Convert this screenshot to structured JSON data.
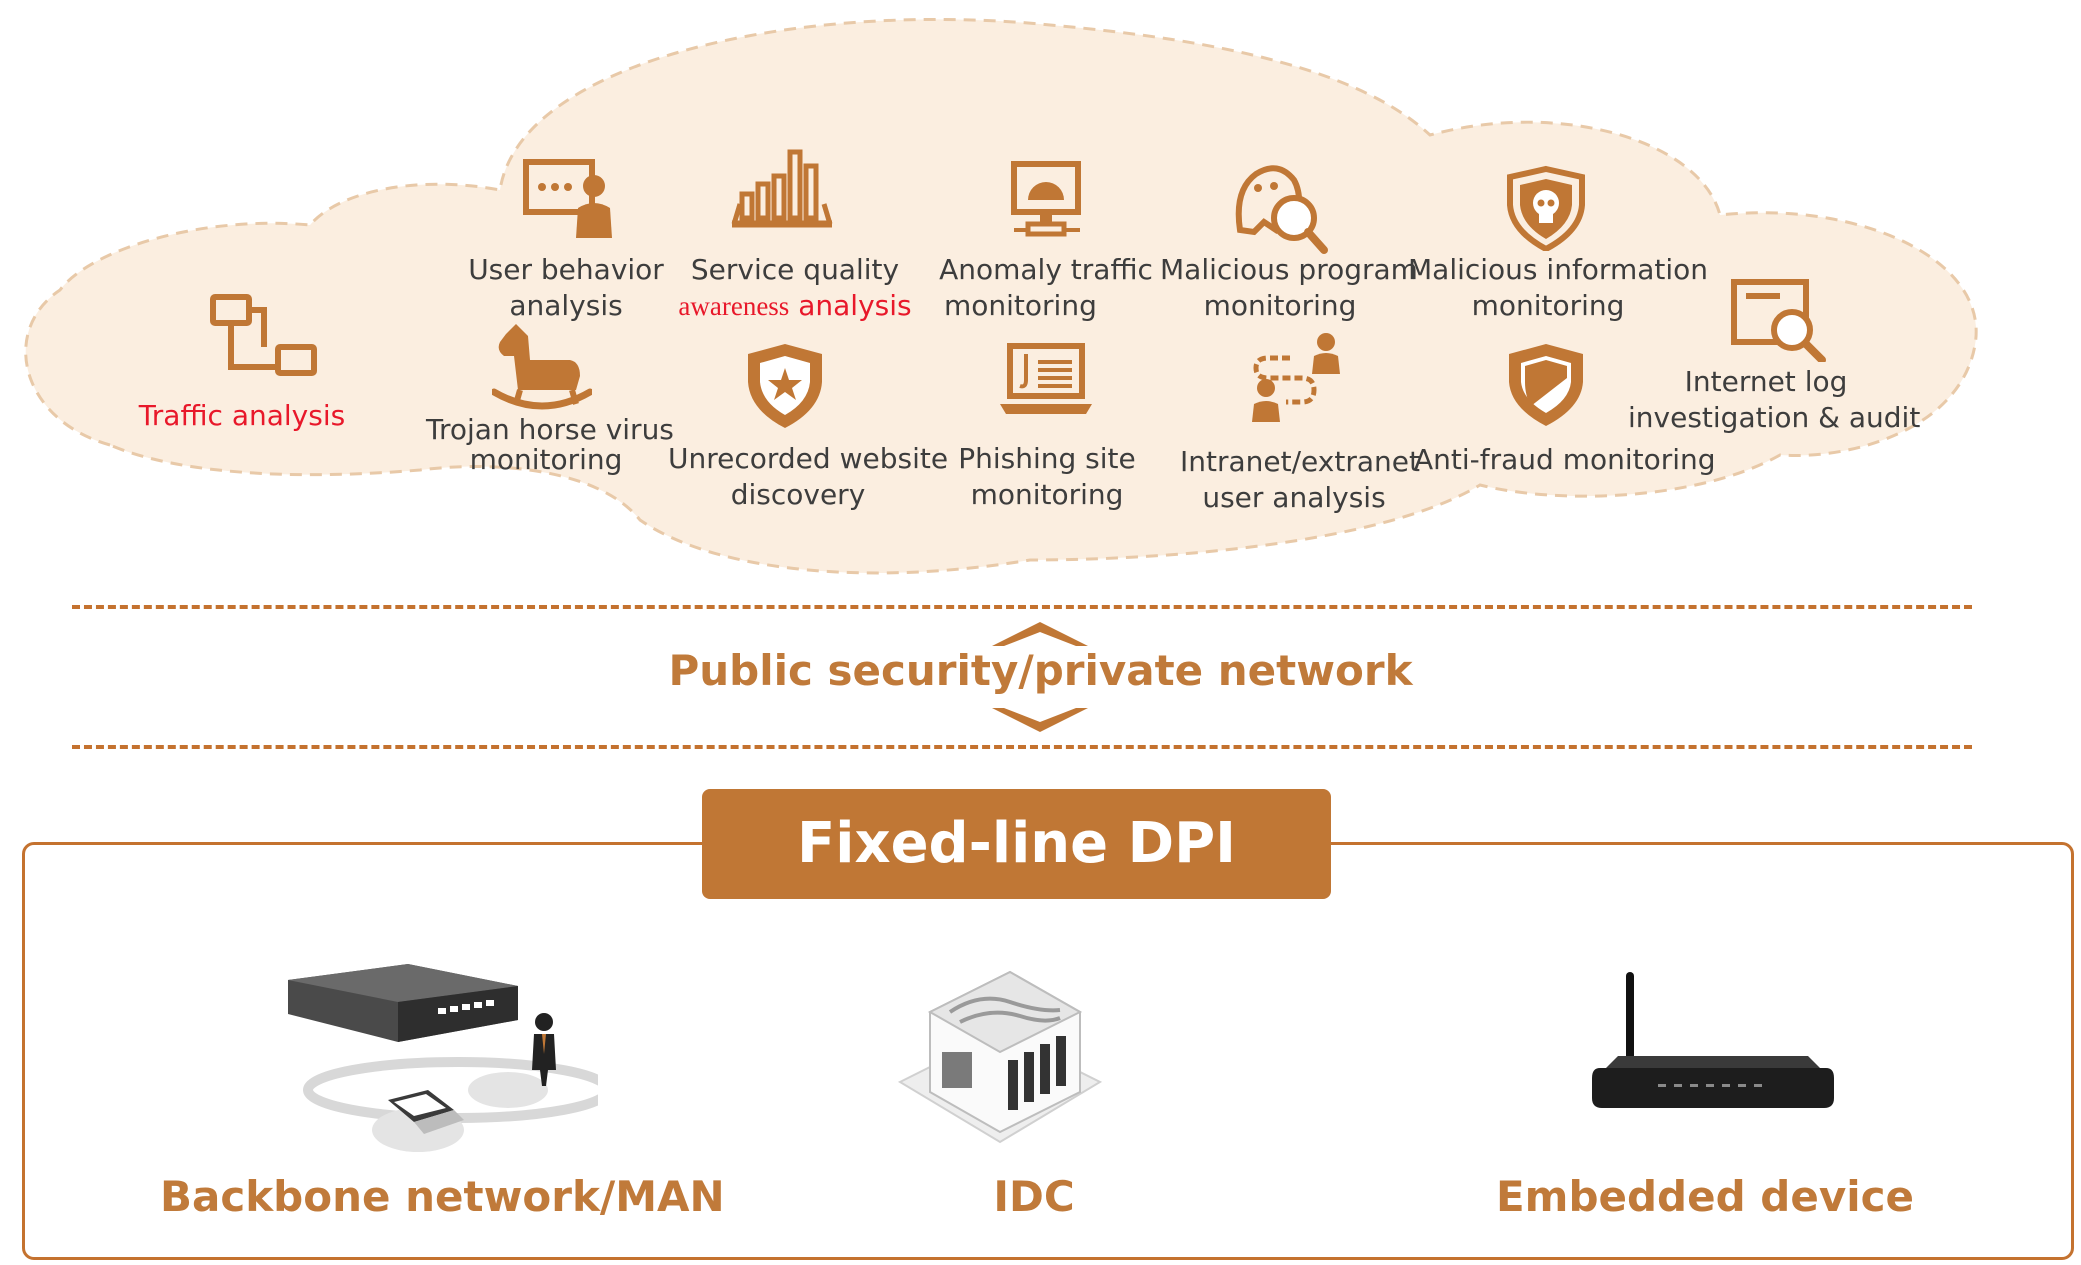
{
  "cloud": {
    "services": [
      {
        "id": "traffic",
        "lines": [
          "Traffic analysis"
        ],
        "color": "#e8182a",
        "icon": "network-monitors-icon"
      },
      {
        "id": "user-behavior",
        "lines": [
          "User behavior",
          "analysis"
        ],
        "icon": "presentation-user-icon"
      },
      {
        "id": "service-quality",
        "lines": [
          "Service quality"
        ],
        "line2_prefix": "awareness",
        "line2_suffix": " analysis",
        "icon": "bar-chart-icon"
      },
      {
        "id": "anomaly",
        "lines": [
          "Anomaly traffic",
          "monitoring"
        ],
        "icon": "monitor-gauge-icon"
      },
      {
        "id": "malicious-program",
        "lines": [
          "Malicious program",
          "monitoring"
        ],
        "icon": "ghost-search-icon"
      },
      {
        "id": "malicious-info",
        "lines": [
          "Malicious information",
          "monitoring"
        ],
        "icon": "skull-shield-icon"
      },
      {
        "id": "trojan",
        "lines": [
          "Trojan horse virus",
          "monitoring"
        ],
        "icon": "rocking-horse-icon"
      },
      {
        "id": "unrecorded",
        "lines": [
          "Unrecorded website",
          "discovery"
        ],
        "icon": "star-shield-icon"
      },
      {
        "id": "phishing",
        "lines": [
          "Phishing site",
          "monitoring"
        ],
        "icon": "laptop-hook-icon"
      },
      {
        "id": "intranet",
        "lines": [
          "Intranet/extranet",
          "user analysis"
        ],
        "icon": "users-path-icon"
      },
      {
        "id": "anti-fraud",
        "lines": [
          "Anti-fraud monitoring"
        ],
        "icon": "slash-shield-icon"
      },
      {
        "id": "internet-log",
        "lines": [
          "Internet log",
          "investigation & audit"
        ],
        "icon": "document-search-icon"
      }
    ]
  },
  "middle": {
    "label": "Public security/private network"
  },
  "dpi": {
    "title": "Fixed-line DPI",
    "devices": [
      {
        "label": "Backbone network/MAN",
        "icon": "network-switch-icon"
      },
      {
        "label": "IDC",
        "icon": "data-center-building-icon"
      },
      {
        "label": "Embedded device",
        "icon": "router-icon"
      }
    ]
  },
  "colors": {
    "accent": "#c07735",
    "cloud_fill": "#fbeee0",
    "cloud_border": "#e8c9a8",
    "highlight_red": "#e8182a"
  }
}
